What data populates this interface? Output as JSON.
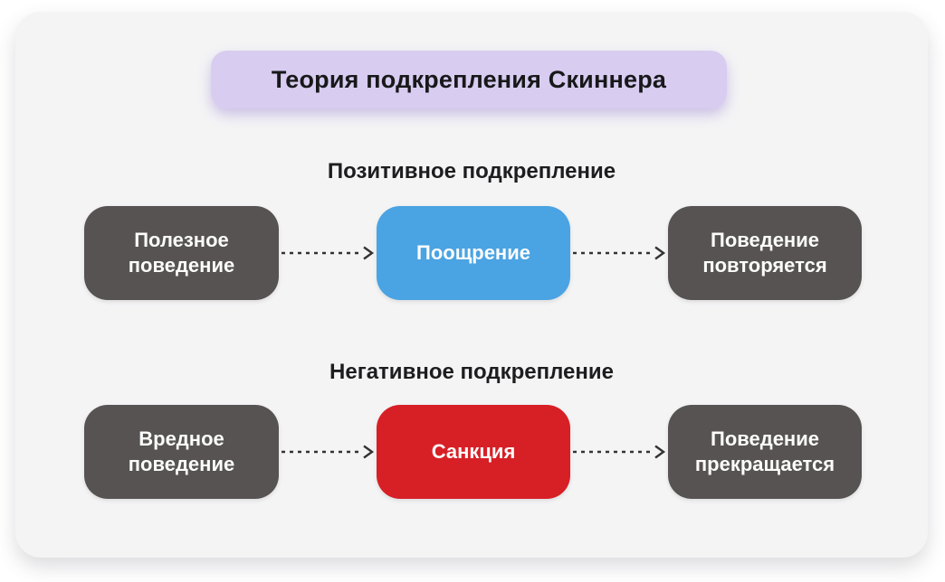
{
  "title": {
    "text": "Теория подкрепления Скиннера",
    "bg": "#d8ccf1"
  },
  "colors": {
    "page_bg": "#ffffff",
    "card_bg": "#f4f4f5",
    "title_bg": "#d8ccf1",
    "dark_box": "#575352",
    "blue_box": "#4aa3e2",
    "red_box": "#d71f26",
    "arrow": "#333333",
    "box_text": "#fcfcfc",
    "heading_text": "#1d1d1f"
  },
  "sections": [
    {
      "header": "Позитивное подкрепление",
      "boxes": [
        {
          "text": "Полезное поведение",
          "color": "#575352"
        },
        {
          "text": "Поощрение",
          "color": "#4aa3e2"
        },
        {
          "text": "Поведение повторяется",
          "color": "#575352"
        }
      ]
    },
    {
      "header": "Негативное подкрепление",
      "boxes": [
        {
          "text": "Вредное поведение",
          "color": "#575352"
        },
        {
          "text": "Санкция",
          "color": "#d71f26"
        },
        {
          "text": "Поведение прекращается",
          "color": "#575352"
        }
      ]
    }
  ]
}
